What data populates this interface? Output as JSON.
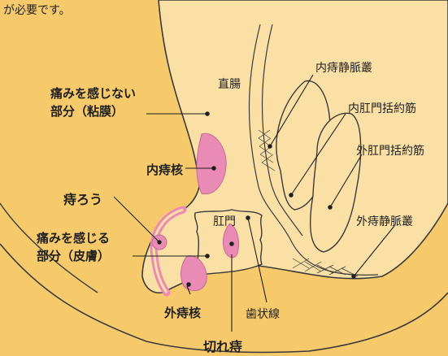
{
  "intro_text": "が必要です。",
  "labels": {
    "rectum": "直腸",
    "mucosa_line1": "痛みを感じない",
    "mucosa_line2": "部分（粘膜）",
    "internal_hemorrhoid": "内痔核",
    "anal_fistula": "痔ろう",
    "skin_line1": "痛みを感じる",
    "skin_line2": "部分（皮膚）",
    "external_hemorrhoid": "外痔核",
    "anus": "肛門",
    "dentate_line": "歯状線",
    "anal_fissure": "切れ痔",
    "internal_venous_plexus": "内痔静脈叢",
    "internal_sphincter": "内肛門括約筋",
    "external_sphincter": "外肛門括約筋",
    "external_venous_plexus": "外痔静脈叢"
  },
  "colors": {
    "background": "#f6c96b",
    "tissue": "#fbe0a5",
    "lesion": "#e98bb4",
    "outline": "#3a3a3a"
  }
}
